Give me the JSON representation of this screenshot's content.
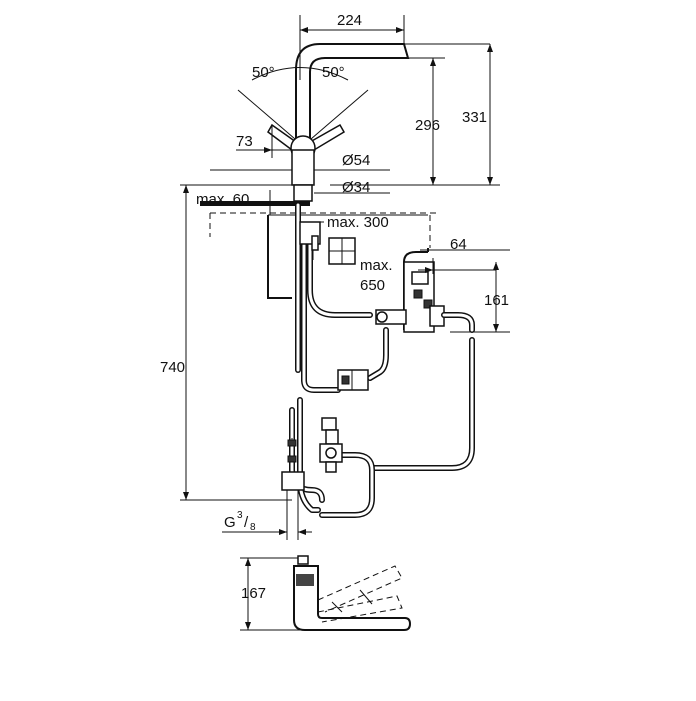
{
  "dimensions": {
    "top_width": "224",
    "angle_left": "50°",
    "angle_right": "50°",
    "height_spout_inner": "296",
    "height_spout_outer": "331",
    "lever_offset": "73",
    "diameter_body": "Ø54",
    "diameter_base": "Ø34",
    "max_thickness": "max. 60",
    "max_pullout_a": "max. 300",
    "max_pullout_b1": "max.",
    "max_pullout_b2": "650",
    "box_offset": "64",
    "box_height": "161",
    "total_height": "740",
    "thread_g": "G",
    "thread_num": "3",
    "thread_den": "8",
    "side_height": "167"
  }
}
